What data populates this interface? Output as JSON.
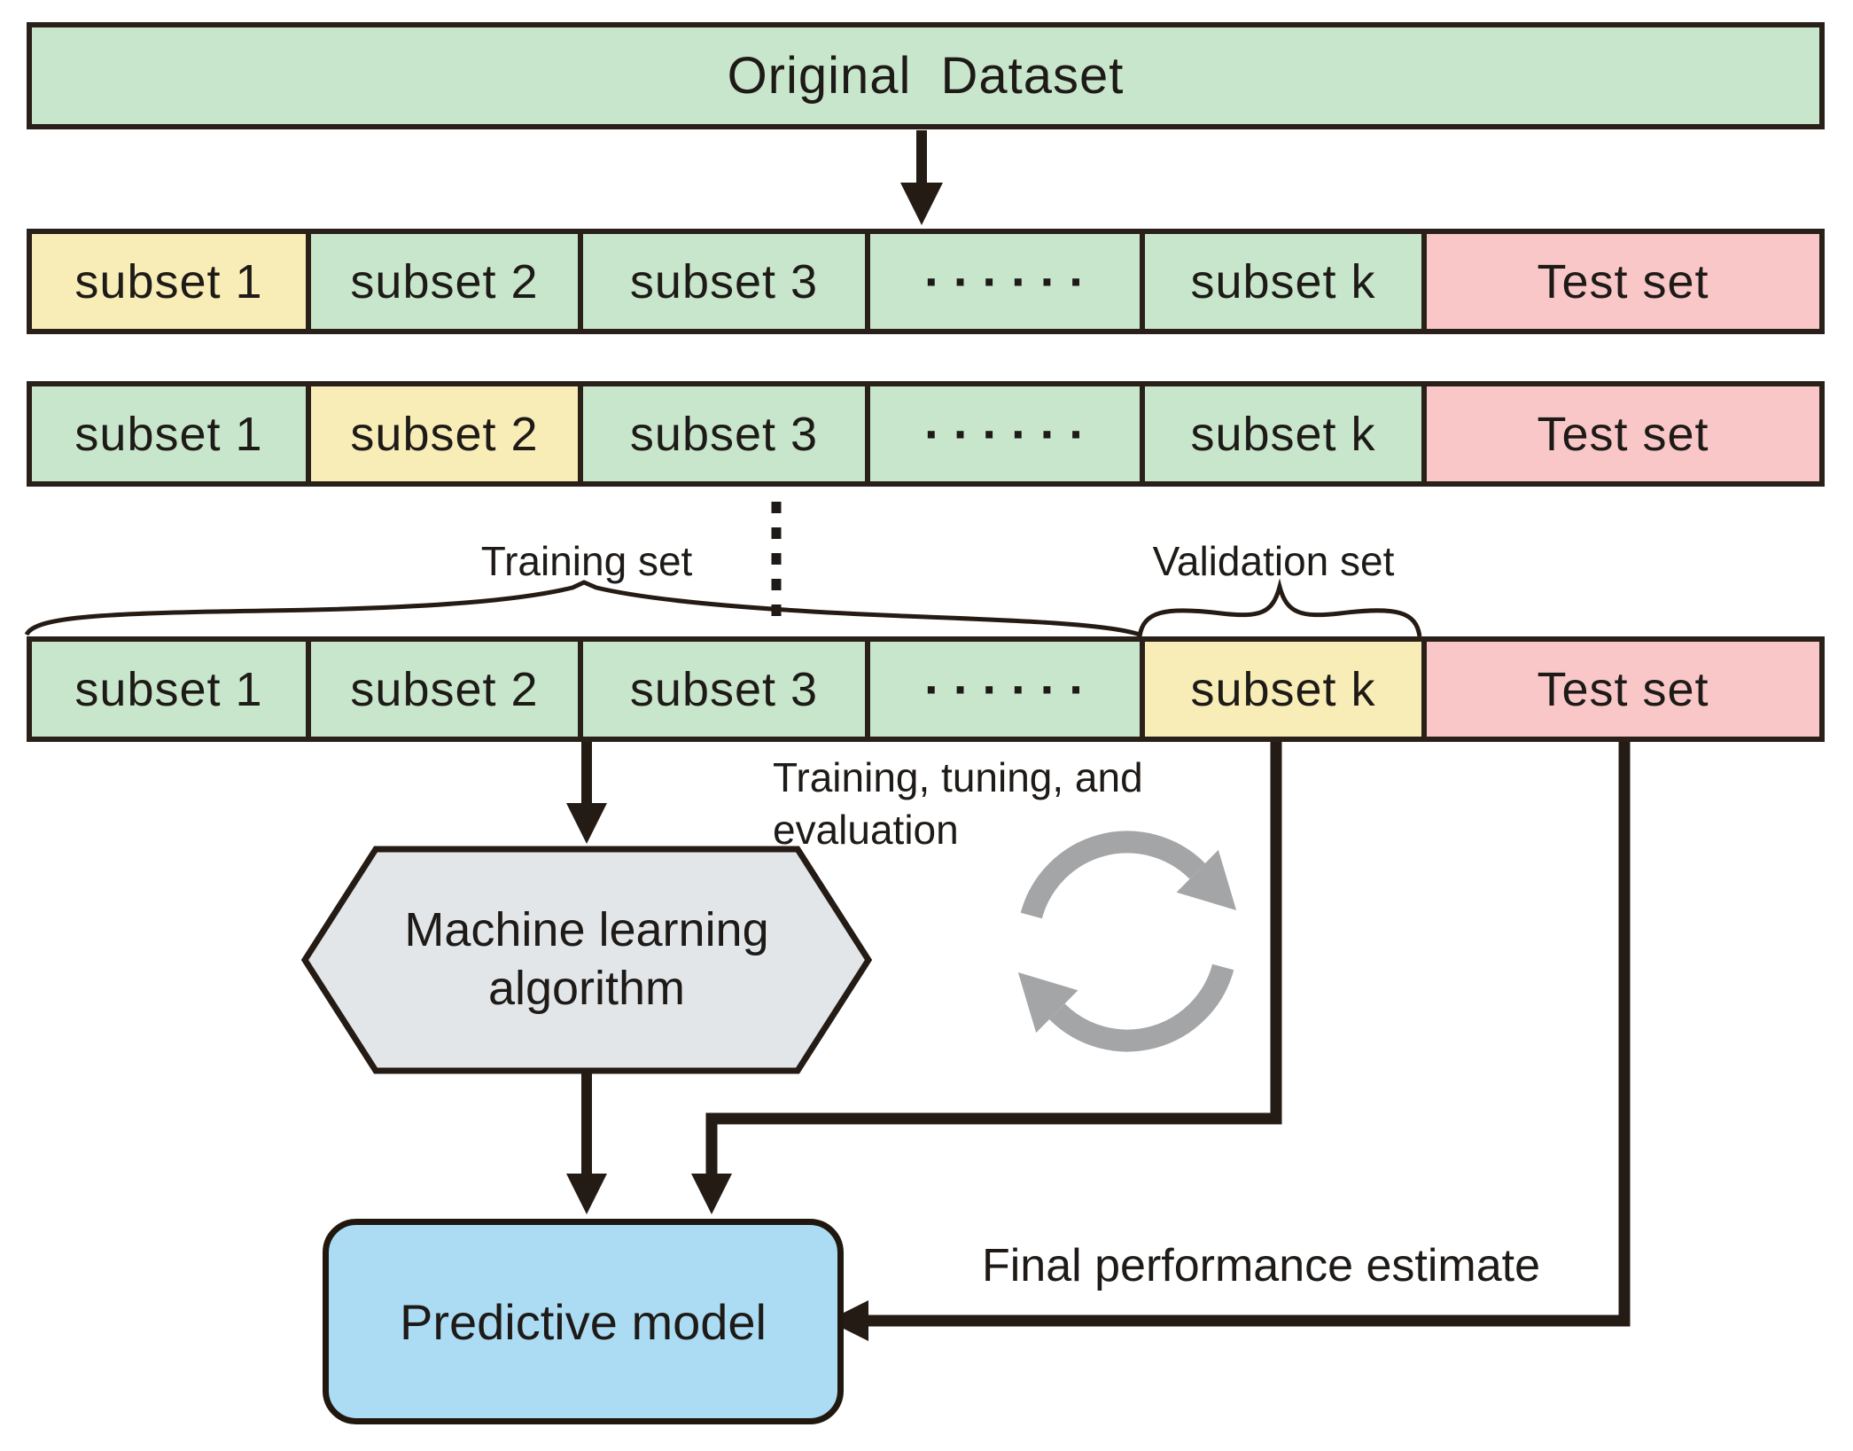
{
  "dataset_bar": {
    "label": "Original Dataset"
  },
  "subset_rows": [
    {
      "cells": [
        {
          "label": "subset 1",
          "highlight": "yellow"
        },
        {
          "label": "subset 2",
          "highlight": "green"
        },
        {
          "label": "subset 3",
          "highlight": "green"
        },
        {
          "label": "······",
          "highlight": "green"
        },
        {
          "label": "subset k",
          "highlight": "green"
        },
        {
          "label": "Test set",
          "highlight": "pink"
        }
      ]
    },
    {
      "cells": [
        {
          "label": "subset 1",
          "highlight": "green"
        },
        {
          "label": "subset 2",
          "highlight": "yellow"
        },
        {
          "label": "subset 3",
          "highlight": "green"
        },
        {
          "label": "······",
          "highlight": "green"
        },
        {
          "label": "subset k",
          "highlight": "green"
        },
        {
          "label": "Test set",
          "highlight": "pink"
        }
      ]
    },
    {
      "cells": [
        {
          "label": "subset 1",
          "highlight": "green"
        },
        {
          "label": "subset 2",
          "highlight": "green"
        },
        {
          "label": "subset 3",
          "highlight": "green"
        },
        {
          "label": "······",
          "highlight": "green"
        },
        {
          "label": "subset k",
          "highlight": "yellow"
        },
        {
          "label": "Test set",
          "highlight": "pink"
        }
      ]
    }
  ],
  "annotations": {
    "training_set_label": "Training set",
    "validation_set_label": "Validation set",
    "loop_caption_line1": "Training, tuning, and",
    "loop_caption_line2": "evaluation",
    "final_performance_label": "Final performance estimate"
  },
  "nodes": {
    "ml_algorithm_line1": "Machine learning",
    "ml_algorithm_line2": "algorithm",
    "predictive_model_label": "Predictive model"
  },
  "icons": {
    "cycle": "cycle-arrows-icon"
  },
  "colors": {
    "subset_green": "#c8e6cb",
    "highlight_yellow": "#f8edb6",
    "test_pink": "#f9c7c8",
    "model_blue": "#abdcf4",
    "algorithm_gray": "#e3e6e8",
    "cycle_gray": "#a4a5a7",
    "line_dark": "#251b15"
  }
}
